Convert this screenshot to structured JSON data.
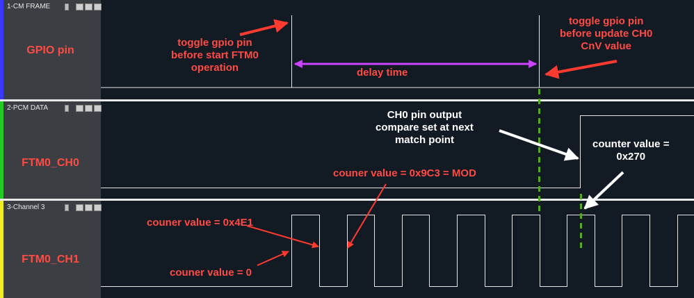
{
  "channels": [
    {
      "title": "1-CM FRAME",
      "label": "GPIO pin",
      "color": "#3a3aff"
    },
    {
      "title": "2-PCM DATA",
      "label": "FTM0_CH0",
      "color": "#22cc22"
    },
    {
      "title": "3-Channel 3",
      "label": "FTM0_CH1",
      "color": "#eeee22"
    }
  ],
  "annotations": {
    "toggle_start": "toggle gpio pin\nbefore start FTM0\noperation",
    "toggle_update": "toggle gpio pin\nbefore update CH0\nCnV value",
    "delay_time": "delay time",
    "ch0_output": "CH0 pin output\ncompare set at  next\nmatch point",
    "counter_270": "counter value =\n0x270",
    "counter_mod": "couner value = 0x9C3 = MOD",
    "counter_4e1": "couner value = 0x4E1",
    "counter_0": "couner value = 0"
  },
  "colors": {
    "accent_red": "#ff4b43",
    "delay_arrow": "#cc44ff",
    "marker_green": "#55aa22",
    "trace": "#e6e6e6"
  }
}
